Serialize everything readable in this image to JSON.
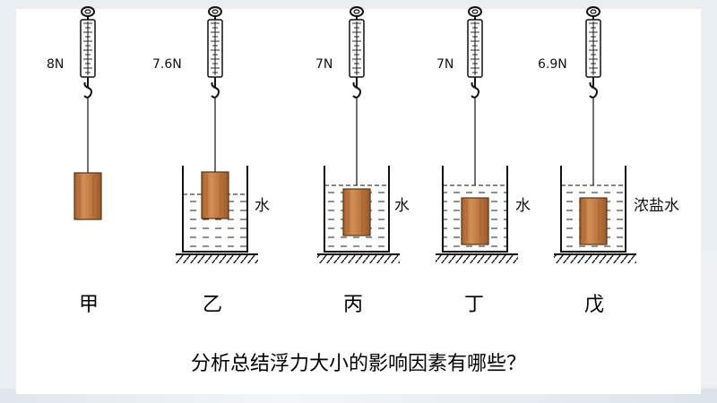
{
  "setups": [
    {
      "id": "jia",
      "reading": "8N",
      "caption": "甲",
      "liquid_label": ""
    },
    {
      "id": "yi",
      "reading": "7.6N",
      "caption": "乙",
      "liquid_label": "水"
    },
    {
      "id": "bing",
      "reading": "7N",
      "caption": "丙",
      "liquid_label": "水"
    },
    {
      "id": "ding",
      "reading": "7N",
      "caption": "丁",
      "liquid_label": "水"
    },
    {
      "id": "wu",
      "reading": "6.9N",
      "caption": "戊",
      "liquid_label": "浓盐水"
    }
  ],
  "question": "分析总结浮力大小的影响因素有哪些？",
  "colors": {
    "block": "#b9733d",
    "block_light": "#d9955a",
    "line": "#111111",
    "background": "#ffffff"
  }
}
